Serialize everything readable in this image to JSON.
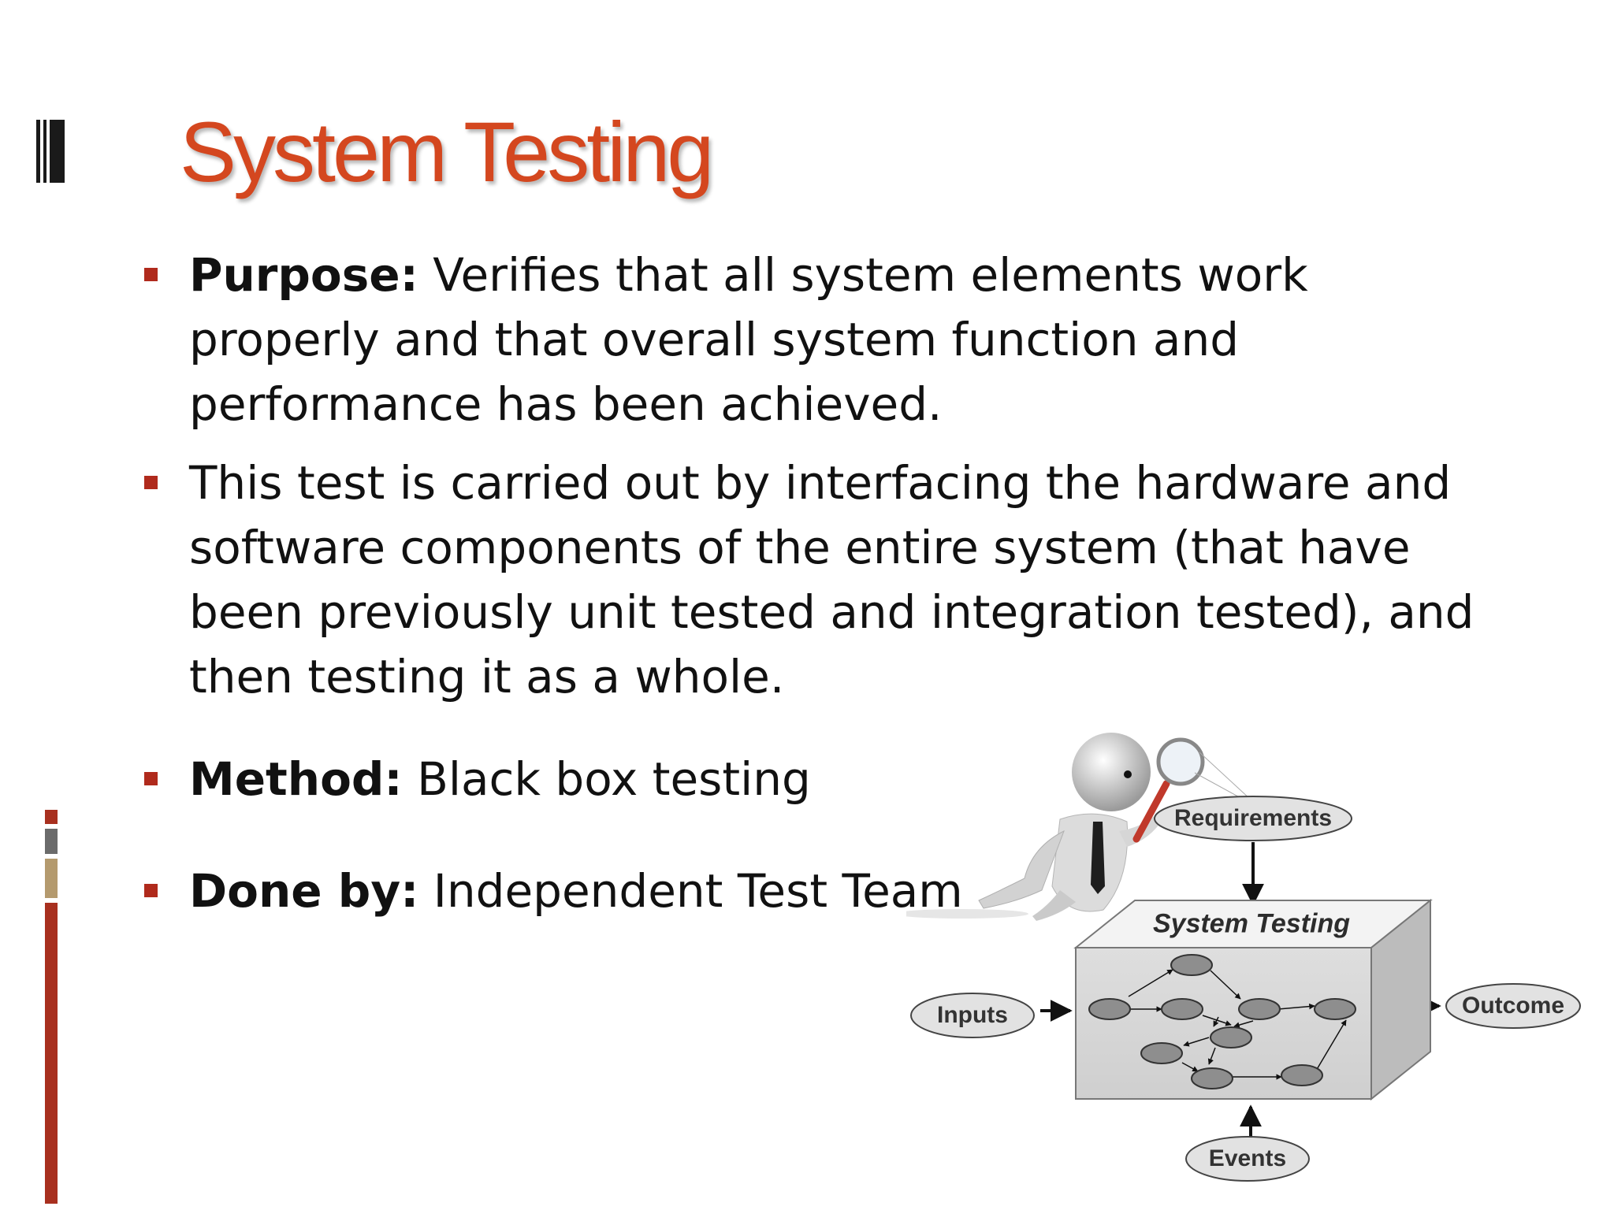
{
  "slide": {
    "title": "System Testing",
    "bullets": [
      {
        "label": "Purpose:",
        "text": " Verifies that all system elements work properly and that overall system function and performance has been achieved."
      },
      {
        "label": "",
        "text": "This test is carried out by interfacing the hardware and software components of the entire system (that have been previously unit tested and integration tested), and then testing it as a whole."
      },
      {
        "label": "Method:",
        "text": " Black box testing"
      },
      {
        "label": "Done by:",
        "text": " Independent Test Team"
      }
    ],
    "diagram": {
      "box_title": "System Testing",
      "requirements": "Requirements",
      "inputs": "Inputs",
      "outcome": "Outcome",
      "events": "Events"
    }
  },
  "colors": {
    "title": "#d4471f",
    "bullet_marker": "#b02a1c",
    "side_bar_red": "#a8301f",
    "side_bar_gray": "#6b6b6b",
    "side_bar_tan": "#b49a6e"
  },
  "icons": {
    "title_mark": "barcode-lines-icon",
    "figure": "magnifier-person-icon"
  }
}
